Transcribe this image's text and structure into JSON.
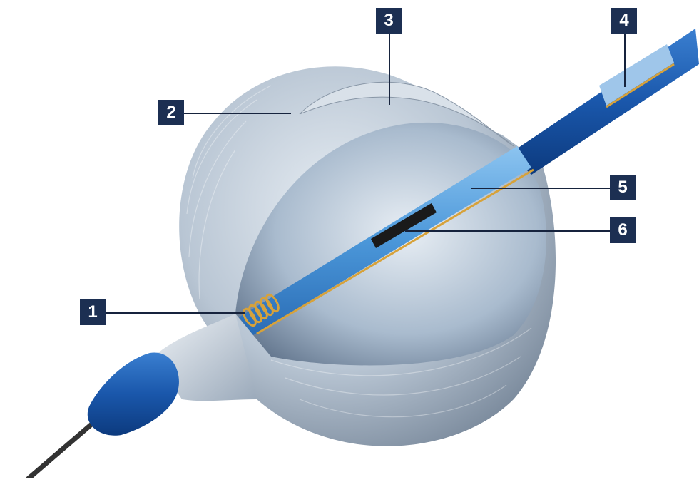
{
  "figure": {
    "kind": "cutaway balloon catheter illustration",
    "colors": {
      "background": "#ffffff",
      "label_box": "#1c2f52",
      "label_text": "#ffffff",
      "leader_line": "#16233d",
      "balloon_silver": "#c9d3de",
      "balloon_shadow": "#6f7f92",
      "inner_chamber": "#aebfd2",
      "catheter_blue": "#1f5fb3",
      "catheter_dark_blue": "#0f3f86",
      "shaft_light_blue": "#4f9ee0",
      "gold_wire": "#d7a23a",
      "marker_black": "#1a1a1a",
      "guidewire": "#333333"
    }
  },
  "callouts": [
    {
      "id": "1",
      "label": "1"
    },
    {
      "id": "2",
      "label": "2"
    },
    {
      "id": "3",
      "label": "3"
    },
    {
      "id": "4",
      "label": "4"
    },
    {
      "id": "5",
      "label": "5"
    },
    {
      "id": "6",
      "label": "6"
    }
  ]
}
